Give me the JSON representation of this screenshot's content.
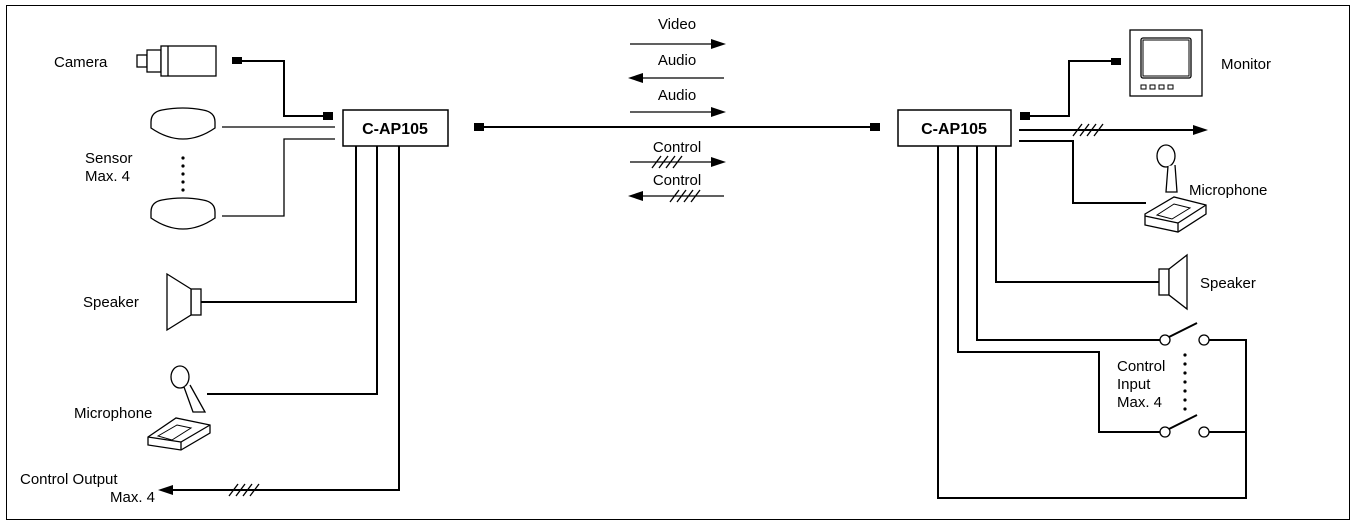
{
  "left_unit": {
    "label": "C-AP105"
  },
  "right_unit": {
    "label": "C-AP105"
  },
  "left_devices": {
    "camera": "Camera",
    "sensor_line1": "Sensor",
    "sensor_line2": "Max. 4",
    "speaker": "Speaker",
    "microphone": "Microphone",
    "control_output_line1": "Control Output",
    "control_output_line2": "Max. 4"
  },
  "right_devices": {
    "monitor": "Monitor",
    "microphone": "Microphone",
    "speaker": "Speaker",
    "control_input_line1": "Control",
    "control_input_line2": "Input",
    "control_input_line3": "Max. 4"
  },
  "signals": [
    {
      "label": "Video",
      "direction": "right"
    },
    {
      "label": "Audio",
      "direction": "left"
    },
    {
      "label": "Audio",
      "direction": "right"
    },
    {
      "label": "Control",
      "direction": "right"
    },
    {
      "label": "Control",
      "direction": "left"
    }
  ]
}
